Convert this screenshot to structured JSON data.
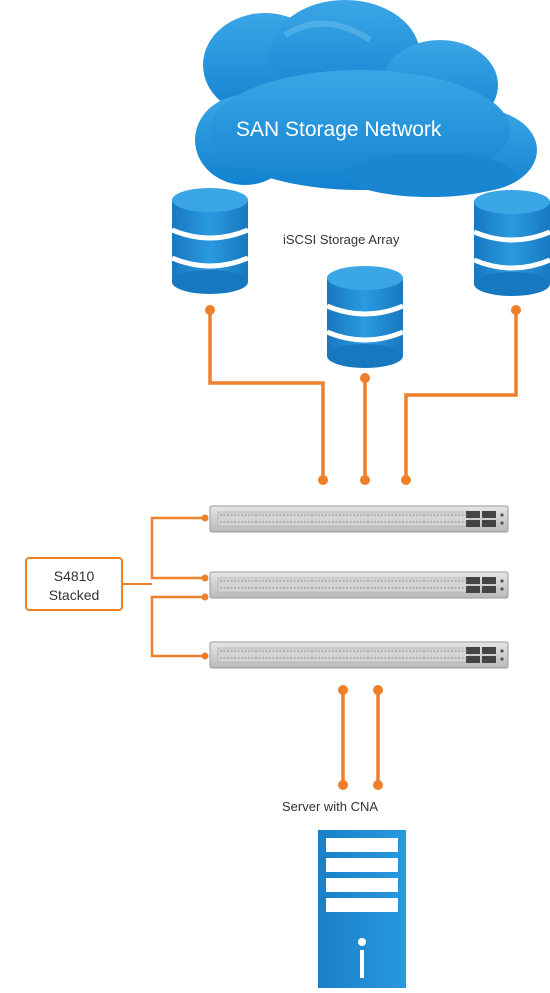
{
  "cloud": {
    "label": "SAN Storage Network",
    "color": "#1f8fd6"
  },
  "storage_array": {
    "label": "iSCSI Storage Array",
    "db_count": 3,
    "color": "#1c86cf"
  },
  "switch_stack": {
    "label_line1": "S4810",
    "label_line2": "Stacked",
    "switch_count": 3
  },
  "server": {
    "label": "Server with CNA",
    "color": "#1c86cf"
  },
  "colors": {
    "link": "#f07f2a",
    "switch_body": "#c9c9c9",
    "switch_edge": "#9a9a9a"
  }
}
